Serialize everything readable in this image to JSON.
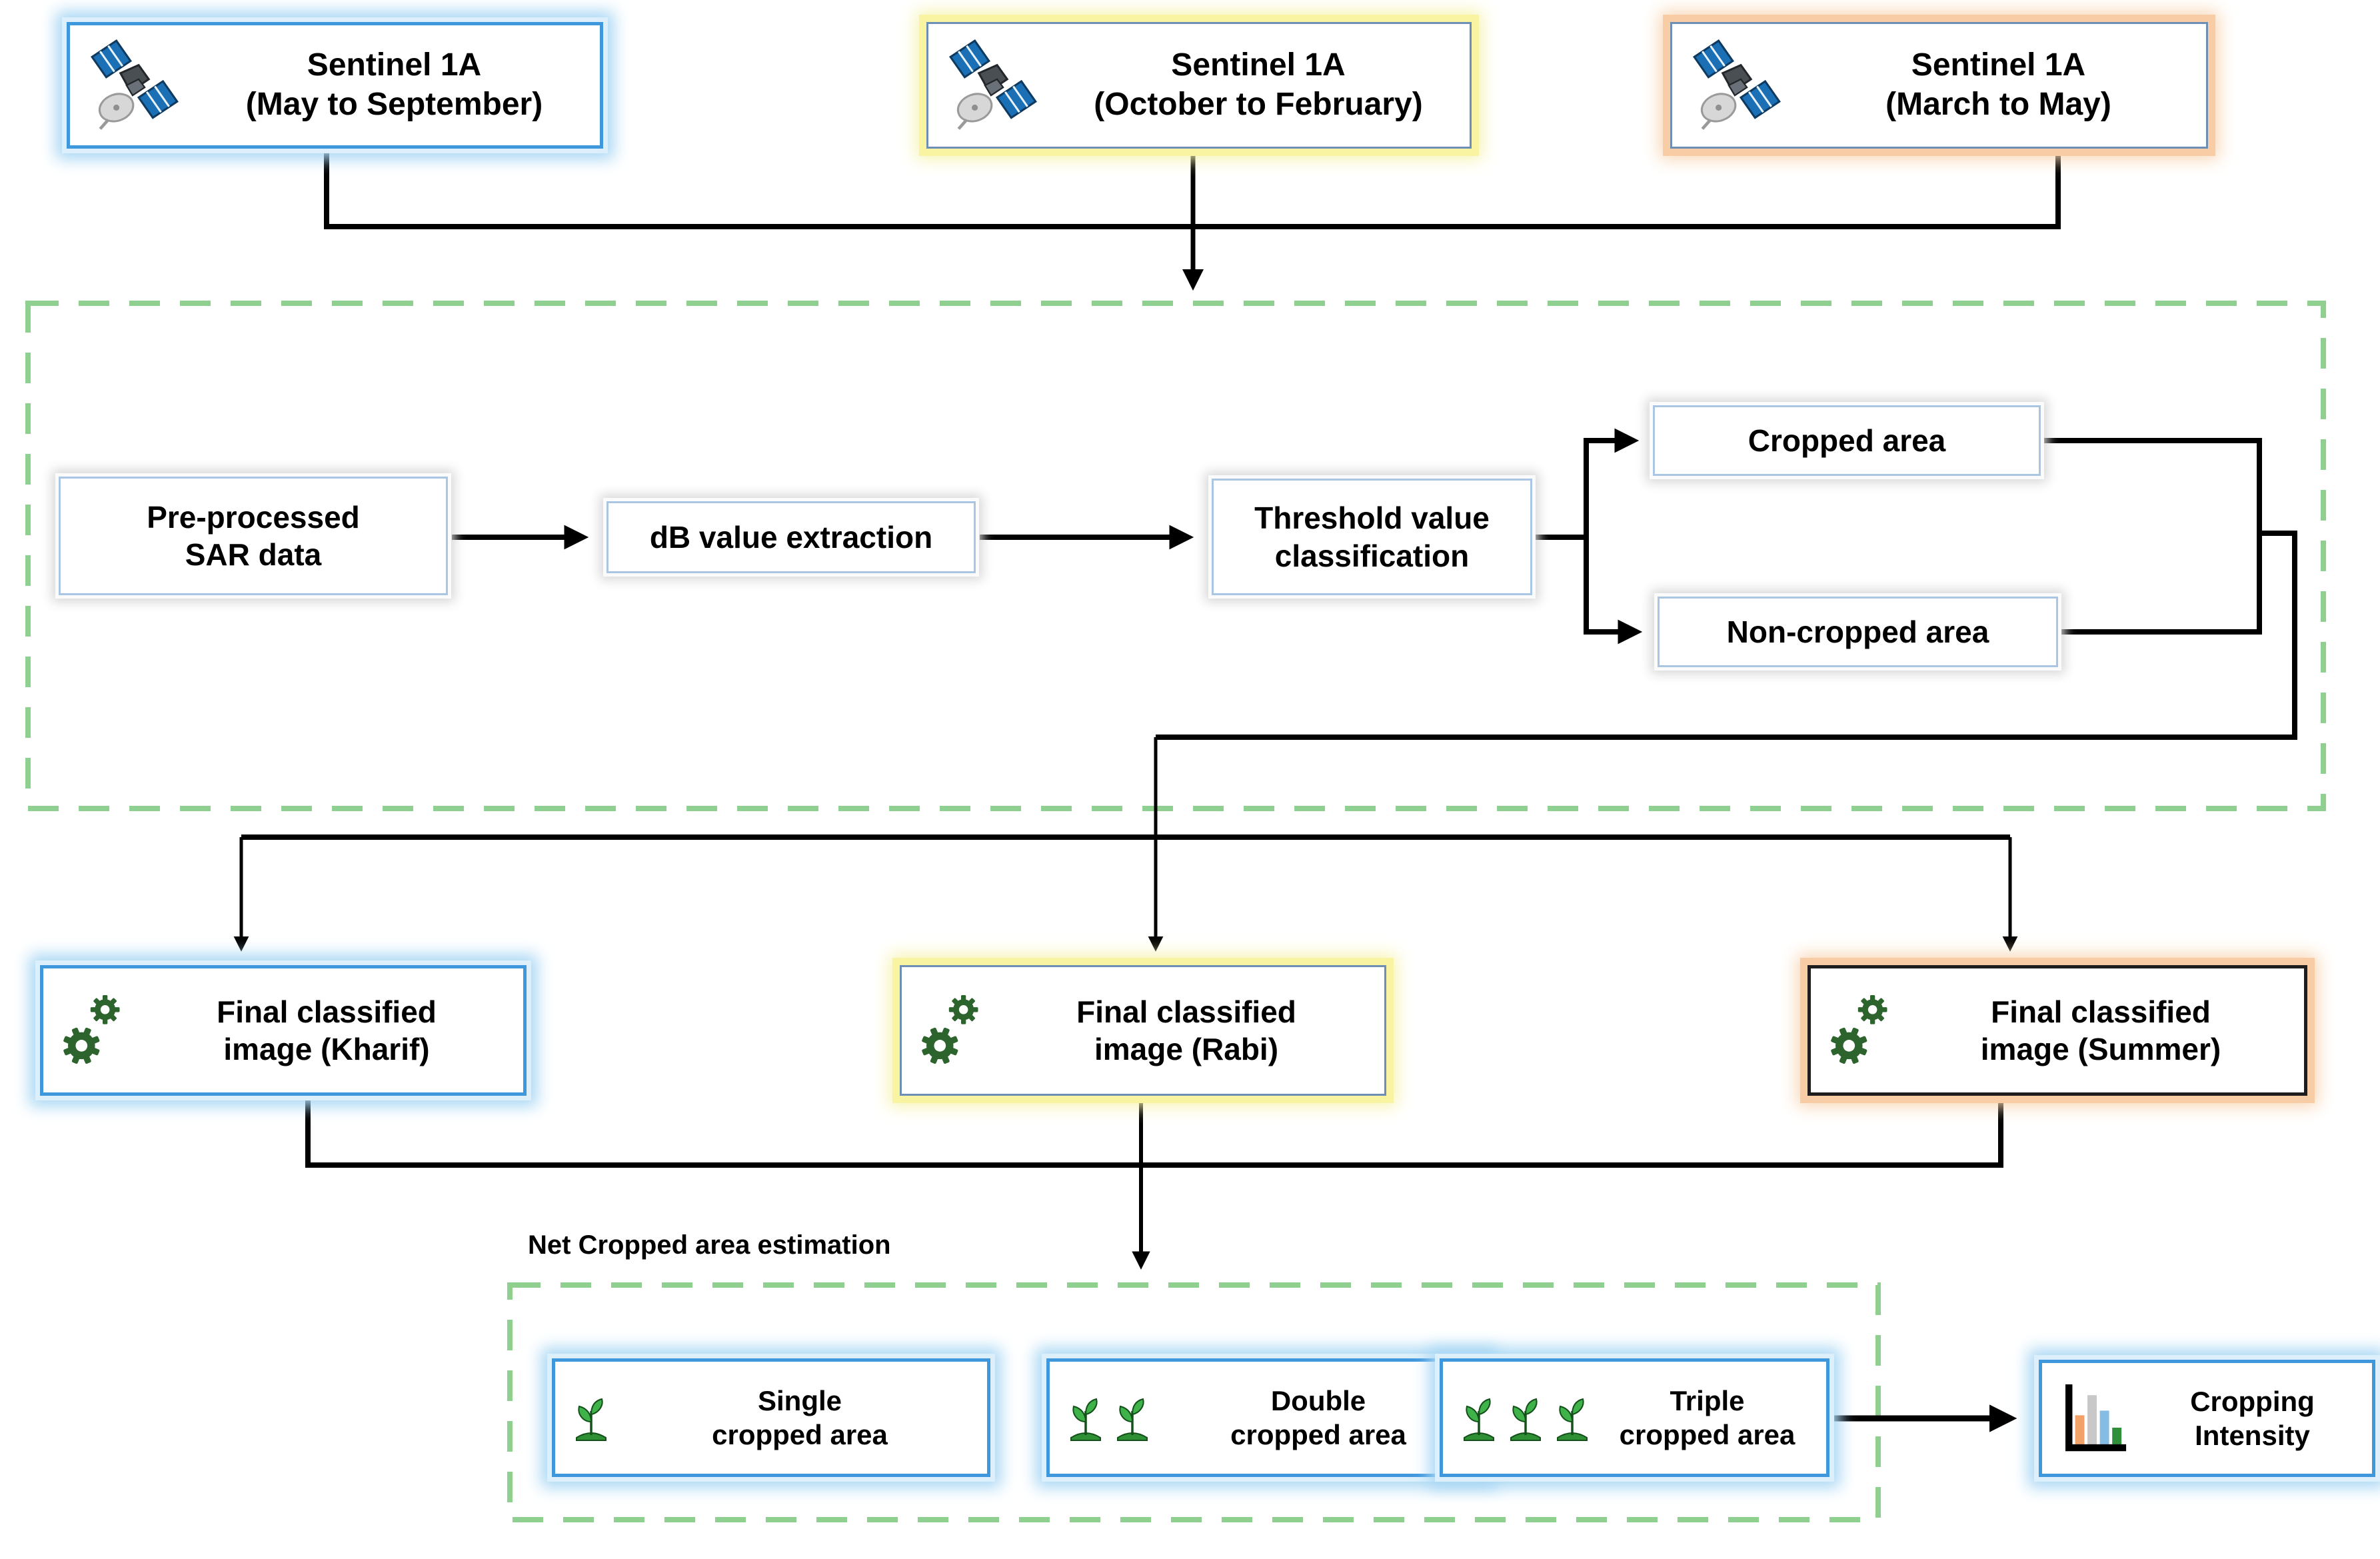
{
  "top_row": {
    "sentinel_kharif": {
      "line1": "Sentinel 1A",
      "line2": "(May to September)"
    },
    "sentinel_rabi": {
      "line1": "Sentinel 1A",
      "line2": "(October to February)"
    },
    "sentinel_summer": {
      "line1": "Sentinel 1A",
      "line2": "(March to May)"
    }
  },
  "classification": {
    "preprocessed": {
      "line1": "Pre-processed",
      "line2": "SAR data"
    },
    "db_extraction": {
      "label": "dB value extraction"
    },
    "threshold": {
      "line1": "Threshold value",
      "line2": "classification"
    },
    "cropped": {
      "label": "Cropped area"
    },
    "non_cropped": {
      "label": "Non-cropped area"
    }
  },
  "final_images": {
    "kharif": {
      "line1": "Final classified",
      "line2": "image (Kharif)"
    },
    "rabi": {
      "line1": "Final classified",
      "line2": "image (Rabi)"
    },
    "summer": {
      "line1": "Final classified",
      "line2": "image (Summer)"
    }
  },
  "net_cropped": {
    "title": "Net Cropped area estimation",
    "single": {
      "line1": "Single",
      "line2": "cropped area"
    },
    "double": {
      "line1": "Double",
      "line2": "cropped area"
    },
    "triple": {
      "line1": "Triple",
      "line2": "cropped area"
    }
  },
  "output": {
    "cropping_intensity": {
      "line1": "Cropping",
      "line2": "Intensity"
    }
  },
  "icons": {
    "satellite": "satellite-icon",
    "gears": "gears-icon",
    "seedling": "seedling-icon",
    "bar_chart": "bar-chart-icon"
  },
  "colors": {
    "blue_border": "#3f97dc",
    "steel_border": "#6d8fb6",
    "dark_border": "#1d1d1d",
    "light_box_border": "#abc6e5",
    "yellow_glow": "#f8f4a1",
    "orange_glow": "#f8cda5",
    "blue_glow": "#a9d7f4",
    "dashed_green": "#8fd091",
    "gear_green": "#2d642d",
    "seedling_green": "#3fb24a",
    "line_black": "#000000",
    "chart_bar_orange": "#f2a269",
    "chart_bar_gray": "#c8c8c8",
    "chart_bar_blue": "#85bce4",
    "chart_bar_green": "#2f8f3a"
  }
}
